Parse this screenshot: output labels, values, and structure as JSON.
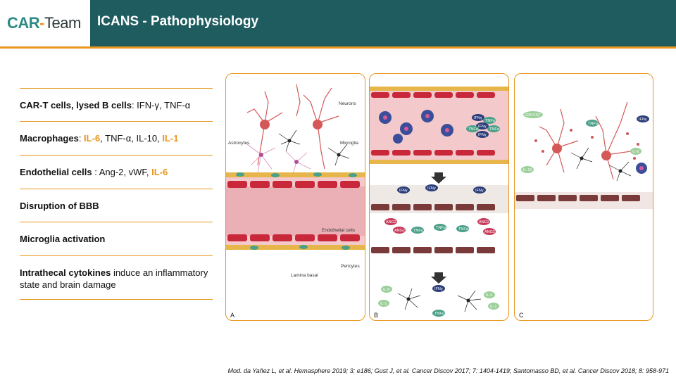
{
  "header": {
    "logo_car": "CAR",
    "logo_dash": "-",
    "logo_team": "Team",
    "title": "ICANS - Pathophysiology"
  },
  "list": [
    {
      "b": "CAR-T cells, lysed B cells",
      "rest": ": IFN-γ, TNF-α"
    },
    {
      "b": "Macrophages",
      "sep": ": ",
      "o1": "IL-6",
      "mid": ", TNF-α, IL-10, ",
      "o2": "IL-1"
    },
    {
      "b": "Endothelial cells",
      "mid": " : Ang-2, vWF, ",
      "o1": "IL-6"
    },
    {
      "b": "Disruption of BBB"
    },
    {
      "b": "Microglia activation"
    },
    {
      "b": "Intrathecal cytokines",
      "rest": " induce an inflammatory state and brain damage"
    }
  ],
  "panels": {
    "a": {
      "letter": "A",
      "labels": {
        "neurons": "Neurons",
        "astrocytes": "Astrocytes",
        "microglia": "Microglia",
        "endothelial": "Endothelial cells",
        "pericytes": "Pericytes",
        "lamina": "Lamina basal"
      }
    },
    "b": {
      "letter": "B",
      "pills": {
        "ifng": "IFNγ",
        "tnfa": "TNFα",
        "ang2": "ANG2",
        "il6": "IL-6",
        "il1": "IL-1"
      }
    },
    "c": {
      "letter": "C",
      "pills": {
        "gmcsf": "GM-CSF",
        "tnfa": "TNFα",
        "ifng": "IFNγ",
        "il6": "IL-6",
        "il10": "IL-10"
      }
    }
  },
  "colors": {
    "teal": "#1f5c60",
    "orange": "#e8961e",
    "rbc": "#c8283a",
    "vessel": "#e8a3a8",
    "pill_green": "#4aa088",
    "pill_navy": "#2c3e7a",
    "pill_pink": "#c83a5a",
    "pill_lightgreen": "#9ccf9a"
  },
  "footer": "Mod. da Yañez L, et al. Hemasphere 2019; 3: e186; Gust J, et al. Cancer Discov 2017; 7: 1404-1419; Santomasso BD, et al. Cancer Discov 2018; 8: 958-971"
}
